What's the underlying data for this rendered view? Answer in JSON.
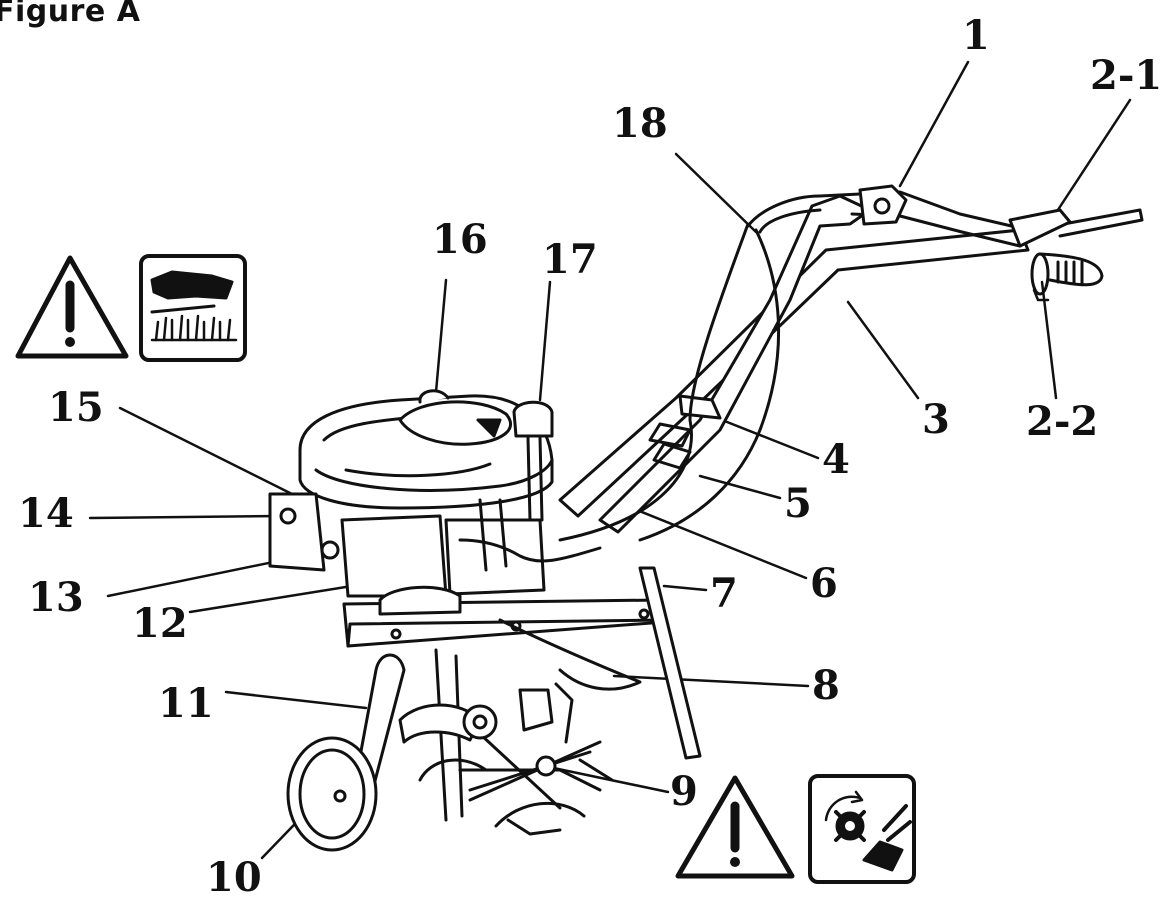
{
  "figure": {
    "title": "Figure A"
  },
  "callouts": [
    {
      "id": "1",
      "label": "1"
    },
    {
      "id": "2-1",
      "label": "2-1"
    },
    {
      "id": "2-2",
      "label": "2-2"
    },
    {
      "id": "3",
      "label": "3"
    },
    {
      "id": "4",
      "label": "4"
    },
    {
      "id": "5",
      "label": "5"
    },
    {
      "id": "6",
      "label": "6"
    },
    {
      "id": "7",
      "label": "7"
    },
    {
      "id": "8",
      "label": "8"
    },
    {
      "id": "9",
      "label": "9"
    },
    {
      "id": "10",
      "label": "10"
    },
    {
      "id": "11",
      "label": "11"
    },
    {
      "id": "12",
      "label": "12"
    },
    {
      "id": "13",
      "label": "13"
    },
    {
      "id": "14",
      "label": "14"
    },
    {
      "id": "15",
      "label": "15"
    },
    {
      "id": "16",
      "label": "16"
    },
    {
      "id": "17",
      "label": "17"
    },
    {
      "id": "18",
      "label": "18"
    }
  ],
  "warning_icons": {
    "top": {
      "triangle": "warning-triangle-icon",
      "pictogram": "hand-grass-cut-icon"
    },
    "bottom": {
      "triangle": "warning-triangle-icon",
      "pictogram": "rotating-tines-icon"
    }
  },
  "colors": {
    "ink": "#111111",
    "paper": "#ffffff"
  }
}
